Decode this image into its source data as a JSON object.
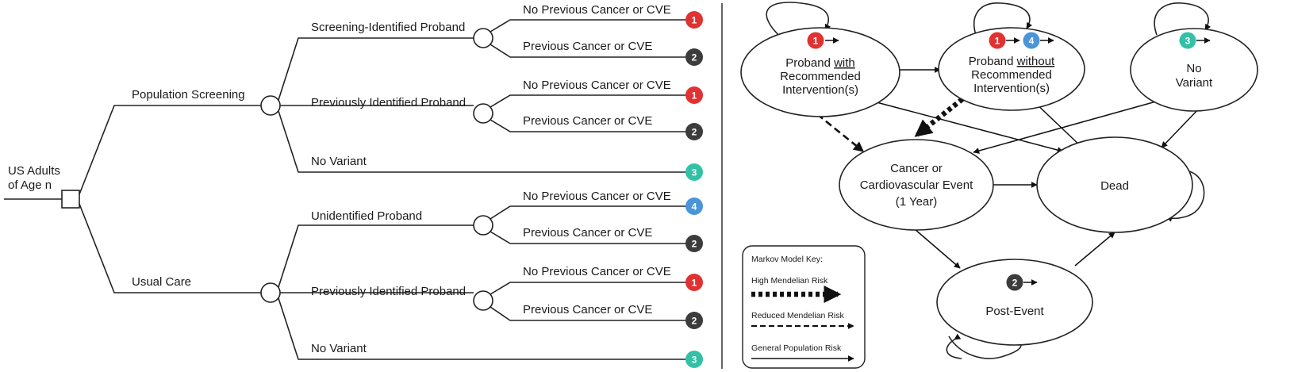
{
  "colors": {
    "badge_1": "#e03232",
    "badge_2": "#3c3c3c",
    "badge_3": "#33c1a6",
    "badge_4": "#4a94d9"
  },
  "decision_tree": {
    "root": {
      "line1": "US Adults",
      "line2": "of Age n"
    },
    "arm_screening": {
      "label": "Population Screening",
      "branches": [
        {
          "label": "Screening-Identified Proband",
          "outcomes": [
            {
              "label": "No Previous Cancer or CVE",
              "state": "1"
            },
            {
              "label": "Previous Cancer or CVE",
              "state": "2"
            }
          ]
        },
        {
          "label": "Previously Identified Proband",
          "outcomes": [
            {
              "label": "No Previous Cancer or CVE",
              "state": "1"
            },
            {
              "label": "Previous Cancer or CVE",
              "state": "2"
            }
          ]
        },
        {
          "label": "No Variant",
          "state": "3"
        }
      ]
    },
    "arm_usual": {
      "label": "Usual Care",
      "branches": [
        {
          "label": "Unidentified Proband",
          "outcomes": [
            {
              "label": "No Previous Cancer or CVE",
              "state": "4"
            },
            {
              "label": "Previous Cancer or CVE",
              "state": "2"
            }
          ]
        },
        {
          "label": "Previously Identified Proband",
          "outcomes": [
            {
              "label": "No Previous Cancer or CVE",
              "state": "1"
            },
            {
              "label": "Previous Cancer or CVE",
              "state": "2"
            }
          ]
        },
        {
          "label": "No Variant",
          "state": "3"
        }
      ]
    }
  },
  "markov": {
    "with": {
      "pre": "Proband ",
      "ul": "with",
      "line2": "Recommended",
      "line3": "Intervention(s)",
      "badges": [
        "1"
      ]
    },
    "without": {
      "pre": "Proband ",
      "ul": "without",
      "line2": "Recommended",
      "line3": "Intervention(s)",
      "badges": [
        "1",
        "4"
      ]
    },
    "novariant": {
      "line1": "No",
      "line2": "Variant",
      "badges": [
        "3"
      ]
    },
    "cancer": {
      "line1": "Cancer or",
      "line2": "Cardiovascular Event",
      "line3": "(1 Year)"
    },
    "dead": {
      "line1": "Dead"
    },
    "postevent": {
      "line1": "Post-Event",
      "badges": [
        "2"
      ]
    }
  },
  "key": {
    "title": "Markov Model Key:",
    "high": "High Mendelian Risk",
    "reduced": "Reduced Mendelian Risk",
    "general": "General Population Risk"
  }
}
